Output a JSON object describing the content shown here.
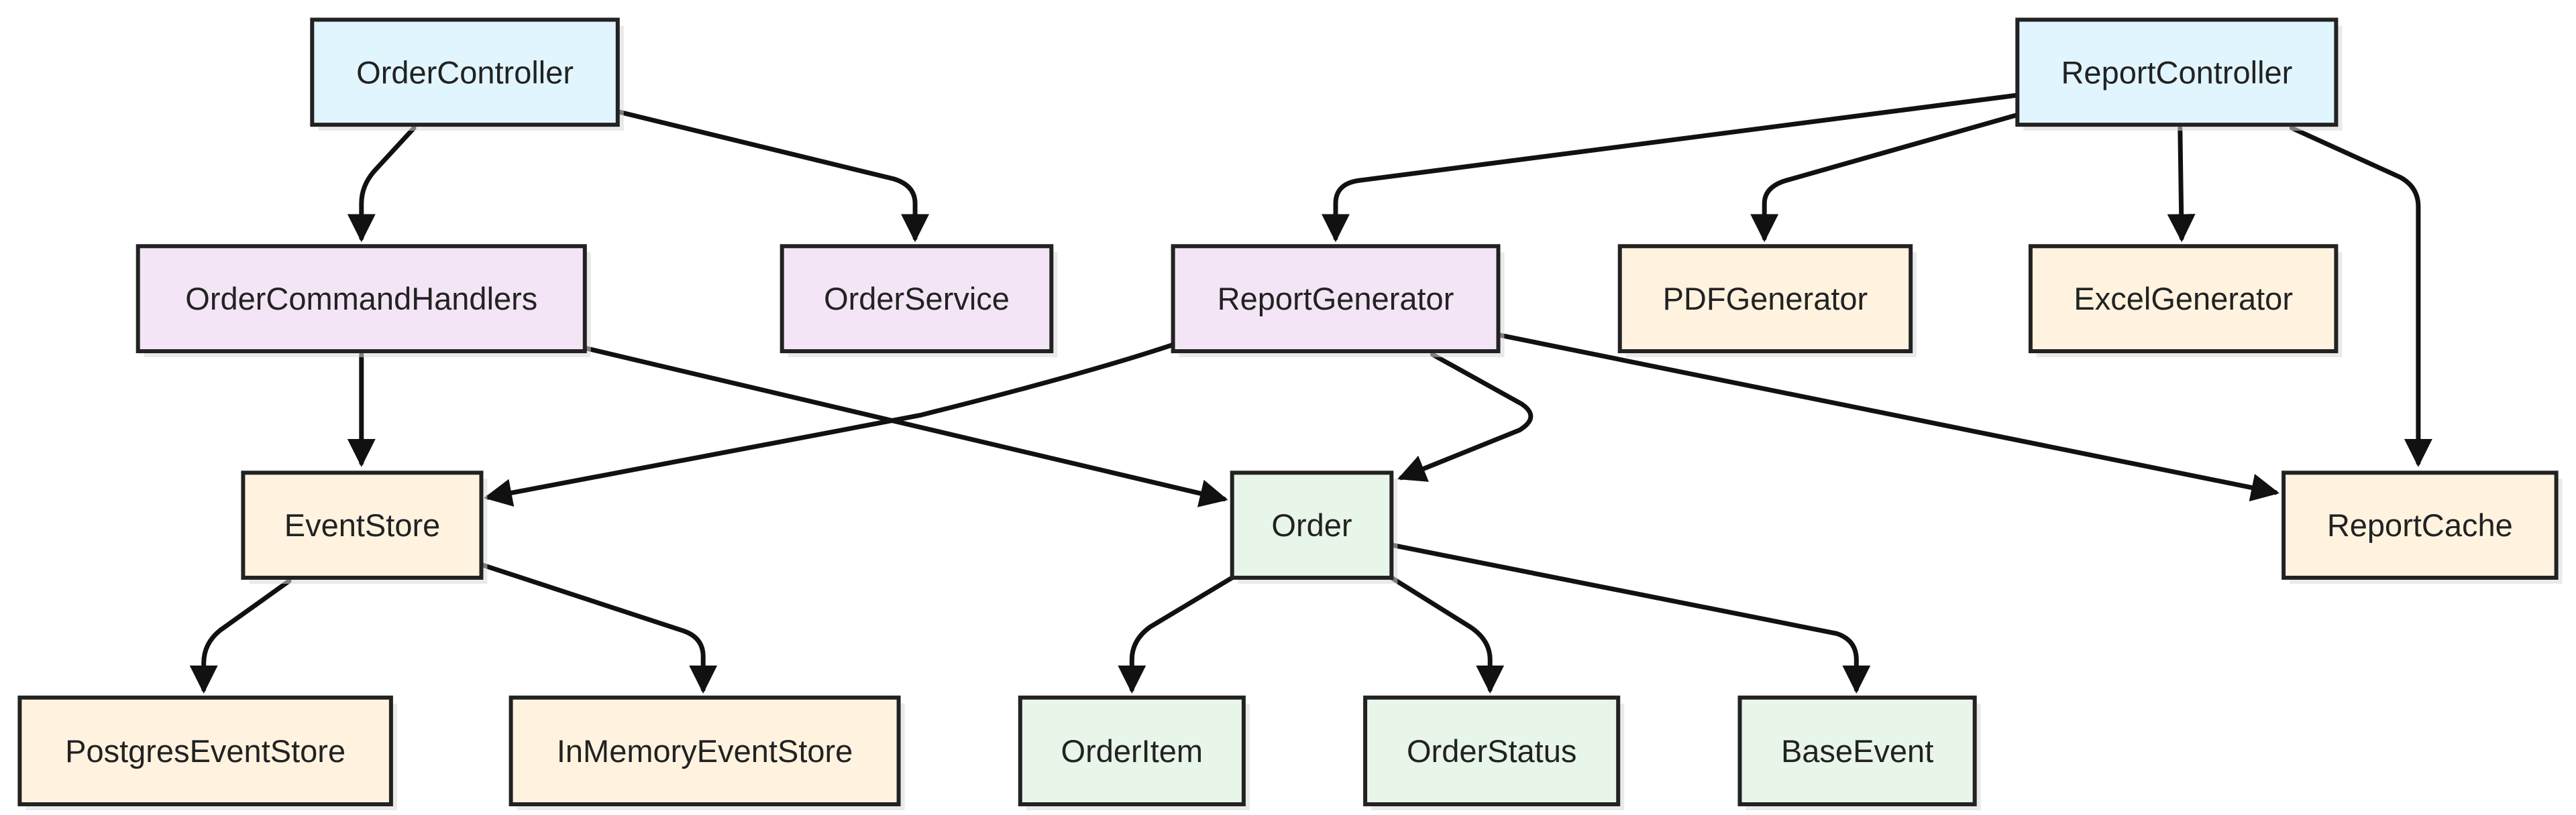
{
  "palette": {
    "controller": "#e1f5fe",
    "service": "#f3e5f5",
    "infrastructure": "#fff3e0",
    "domain": "#e8f5e9",
    "stroke": "#222222",
    "edge": "#111111"
  },
  "nodes": [
    {
      "id": "OrderController",
      "label": "OrderController",
      "group": "controller"
    },
    {
      "id": "ReportController",
      "label": "ReportController",
      "group": "controller"
    },
    {
      "id": "OrderCommandHandlers",
      "label": "OrderCommandHandlers",
      "group": "service"
    },
    {
      "id": "OrderService",
      "label": "OrderService",
      "group": "service"
    },
    {
      "id": "ReportGenerator",
      "label": "ReportGenerator",
      "group": "service"
    },
    {
      "id": "PDFGenerator",
      "label": "PDFGenerator",
      "group": "infrastructure"
    },
    {
      "id": "ExcelGenerator",
      "label": "ExcelGenerator",
      "group": "infrastructure"
    },
    {
      "id": "EventStore",
      "label": "EventStore",
      "group": "infrastructure"
    },
    {
      "id": "Order",
      "label": "Order",
      "group": "domain"
    },
    {
      "id": "ReportCache",
      "label": "ReportCache",
      "group": "infrastructure"
    },
    {
      "id": "PostgresEventStore",
      "label": "PostgresEventStore",
      "group": "infrastructure"
    },
    {
      "id": "InMemoryEventStore",
      "label": "InMemoryEventStore",
      "group": "infrastructure"
    },
    {
      "id": "OrderItem",
      "label": "OrderItem",
      "group": "domain"
    },
    {
      "id": "OrderStatus",
      "label": "OrderStatus",
      "group": "domain"
    },
    {
      "id": "BaseEvent",
      "label": "BaseEvent",
      "group": "domain"
    }
  ],
  "edges": [
    {
      "from": "OrderController",
      "to": "OrderCommandHandlers"
    },
    {
      "from": "OrderController",
      "to": "OrderService"
    },
    {
      "from": "ReportController",
      "to": "ReportGenerator"
    },
    {
      "from": "ReportController",
      "to": "PDFGenerator"
    },
    {
      "from": "ReportController",
      "to": "ExcelGenerator"
    },
    {
      "from": "ReportController",
      "to": "ReportCache"
    },
    {
      "from": "OrderCommandHandlers",
      "to": "EventStore"
    },
    {
      "from": "OrderCommandHandlers",
      "to": "Order"
    },
    {
      "from": "ReportGenerator",
      "to": "EventStore"
    },
    {
      "from": "ReportGenerator",
      "to": "Order"
    },
    {
      "from": "ReportGenerator",
      "to": "ReportCache"
    },
    {
      "from": "EventStore",
      "to": "PostgresEventStore"
    },
    {
      "from": "EventStore",
      "to": "InMemoryEventStore"
    },
    {
      "from": "Order",
      "to": "OrderItem"
    },
    {
      "from": "Order",
      "to": "OrderStatus"
    },
    {
      "from": "Order",
      "to": "BaseEvent"
    }
  ]
}
